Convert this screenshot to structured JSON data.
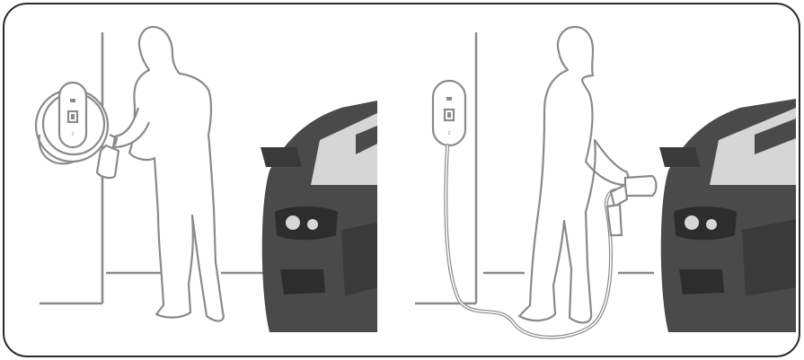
{
  "illustration": {
    "panels": [
      {
        "id": "left",
        "scene": "person-unhooking-connector-from-wall-charger"
      },
      {
        "id": "right",
        "scene": "person-plugging-cable-into-car"
      }
    ],
    "charger_glyph": "2"
  },
  "colors": {
    "border": "#2a2a2a",
    "line": "#8a8a8a",
    "car_body": "#4a4a4a",
    "car_dark": "#2d2d2d",
    "car_light": "#d6d6d6",
    "figure_fill": "#ffffff"
  }
}
